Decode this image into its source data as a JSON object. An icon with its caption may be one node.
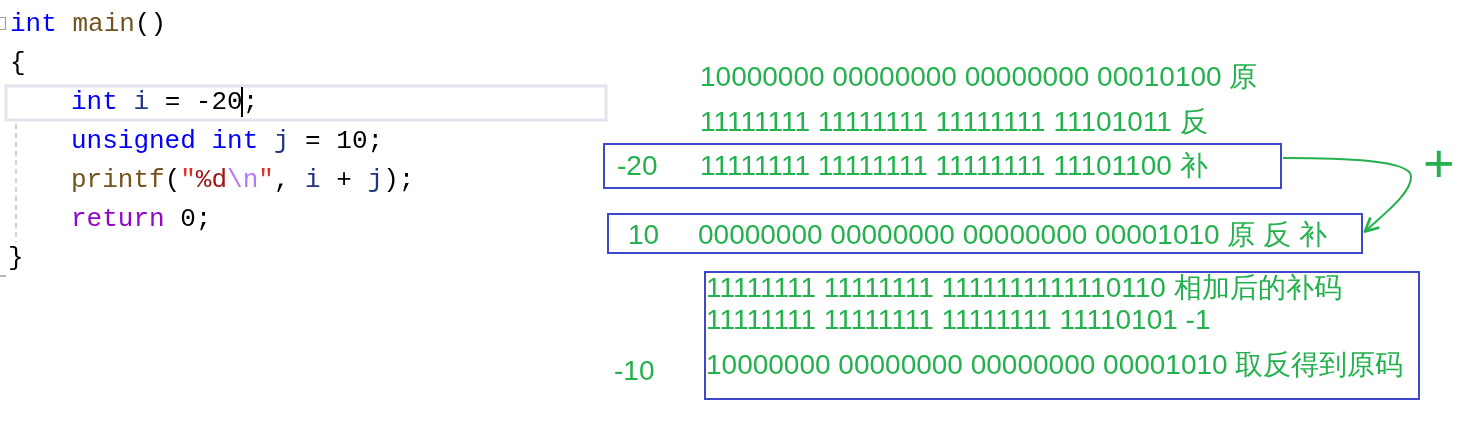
{
  "diagram": {
    "nodes": [
      {
        "text": [
          "-20",
          "11111111 11111111 11111111 11101100 补"
        ]
      },
      {
        "text": [
          "10",
          "00000000 00000000 00000000 00001010 原 反 补"
        ]
      },
      {
        "text": [
          "11111111 11111111 1111111111110110 相加后的补码",
          "11111111 11111111 11111111 11110101 -1",
          "10000000 00000000 00000000 00001010 取反得到原码"
        ],
        "beside": [
          "-10"
        ]
      }
    ],
    "edges": [
      {
        "from": 0,
        "to": 1,
        "arrow": "to"
      }
    ],
    "labels": [
      "int main()",
      "{",
      "int i = -20;",
      "unsigned int j = 10;",
      "printf(\"%d\\n\", i + j);",
      "return 0;",
      "}",
      "10000000 00000000 00000000 00010100 原",
      "11111111 11111111 11111111 11101011 反",
      "+"
    ]
  }
}
